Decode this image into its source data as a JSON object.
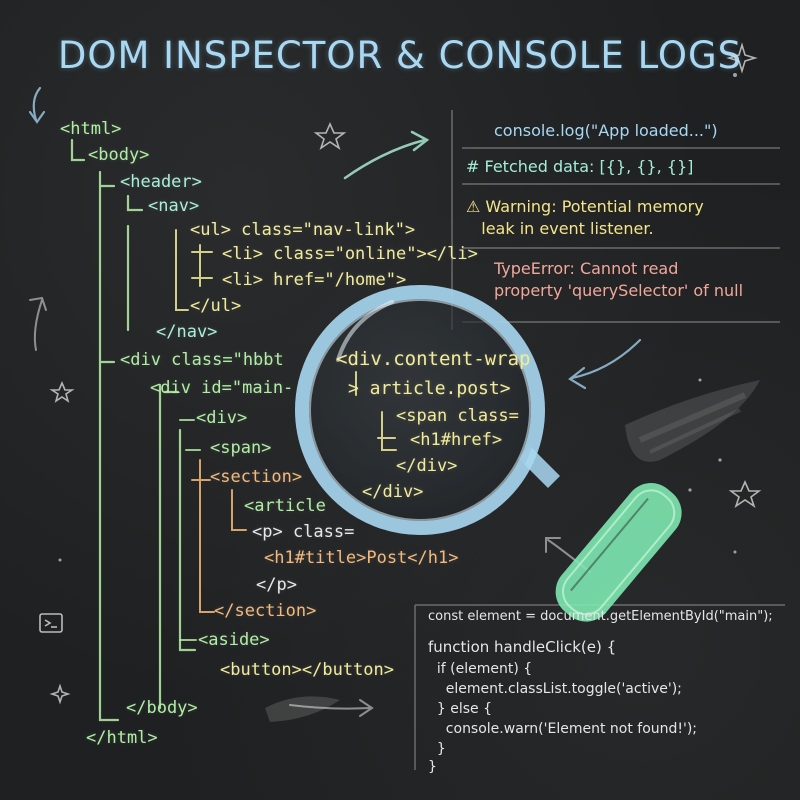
{
  "title": "DOM INSPECTOR & CONSOLE LOGS",
  "dom_tree": [
    {
      "text": "<html>",
      "color": "green"
    },
    {
      "text": "<body>",
      "color": "green"
    },
    {
      "text": "<header>",
      "color": "teal"
    },
    {
      "text": "<nav>",
      "color": "teal"
    },
    {
      "text": "<ul> class=\"nav-link\">",
      "color": "yellow"
    },
    {
      "text": "<li> class=\"online\"></li>",
      "color": "yellow"
    },
    {
      "text": "<li> href=\"/home\">",
      "color": "yellow"
    },
    {
      "text": "</ul>",
      "color": "yellow"
    },
    {
      "text": "</nav>",
      "color": "teal"
    },
    {
      "text": "<div class=\"hbbt",
      "color": "green"
    },
    {
      "text": "<div id=\"main-",
      "color": "green"
    },
    {
      "text": "<div>",
      "color": "green"
    },
    {
      "text": "<span>",
      "color": "green"
    },
    {
      "text": "<section>",
      "color": "orange"
    },
    {
      "text": "<article",
      "color": "green"
    },
    {
      "text": "<p> class=",
      "color": "white"
    },
    {
      "text": "<h1#title>Post</h1>",
      "color": "orange"
    },
    {
      "text": "</p>",
      "color": "white"
    },
    {
      "text": "</section>",
      "color": "orange"
    },
    {
      "text": "<aside>",
      "color": "green"
    },
    {
      "text": "<button></button>",
      "color": "yellow"
    },
    {
      "text": "</body>",
      "color": "green"
    },
    {
      "text": "</html>",
      "color": "green"
    }
  ],
  "magnifier": {
    "lines": [
      "<div.content-wrap",
      "> article.post>",
      "<span class=",
      "<h1#href>",
      "</div>",
      "</div>"
    ]
  },
  "console": [
    {
      "text": "console.log(\"App loaded...\")",
      "color": "#a8d8f4"
    },
    {
      "text": "# Fetched data: [{}, {}, {}]",
      "color": "#a5ecd8"
    },
    {
      "text": "⚠ Warning: Potential memory\n   leak in event listener.",
      "color": "#f4e48a"
    },
    {
      "text": "TypeError: Cannot read\nproperty 'querySelector' of null",
      "color": "#f2a79b"
    }
  ],
  "code": [
    "const element = document.getElementById(\"main\");",
    "",
    "function handleClick(e) {",
    "  if (element) {",
    "    element.classList.toggle('active');",
    "  } else {",
    "    console.warn('Element not found!');",
    "  }",
    "}"
  ],
  "icons": {
    "terminal": "terminal-icon",
    "star": "star-icon",
    "sparkle": "sparkle-icon",
    "magnifying_glass": "magnifying-glass-icon"
  }
}
